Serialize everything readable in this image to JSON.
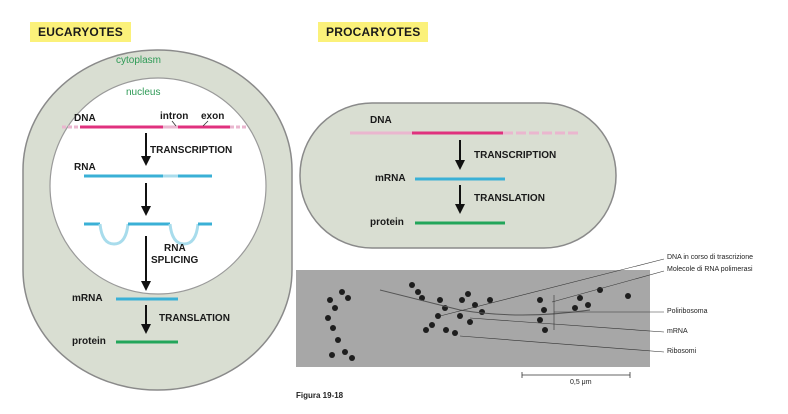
{
  "eukaryotes": {
    "header": "EUCARYOTES",
    "cytoplasm": "cytoplasm",
    "nucleus": "nucleus",
    "dna": "DNA",
    "intron": "intron",
    "exon": "exon",
    "transcription": "TRANSCRIPTION",
    "rna": "RNA",
    "rna_splicing_1": "RNA",
    "rna_splicing_2": "SPLICING",
    "mrna": "mRNA",
    "translation": "TRANSLATION",
    "protein": "protein"
  },
  "prokaryotes": {
    "header": "PROCARYOTES",
    "dna": "DNA",
    "transcription": "TRANSCRIPTION",
    "mrna": "mRNA",
    "translation": "TRANSLATION",
    "protein": "protein"
  },
  "micrograph": {
    "labels": [
      "DNA in corso di trascrizione",
      "Molecole di RNA polimerasi",
      "Poliribosoma",
      "mRNA",
      "Ribosomi"
    ],
    "scale": "0,5 μm",
    "caption": "Figura 19-18"
  },
  "colors": {
    "cell_fill": "#d9ded2",
    "dna": "#e0317e",
    "dna_light": "#eab6cf",
    "rna": "#3ab0d6",
    "rna_light": "#a8dcec",
    "protein": "#22a55a",
    "header_bg": "#fbf17a"
  }
}
